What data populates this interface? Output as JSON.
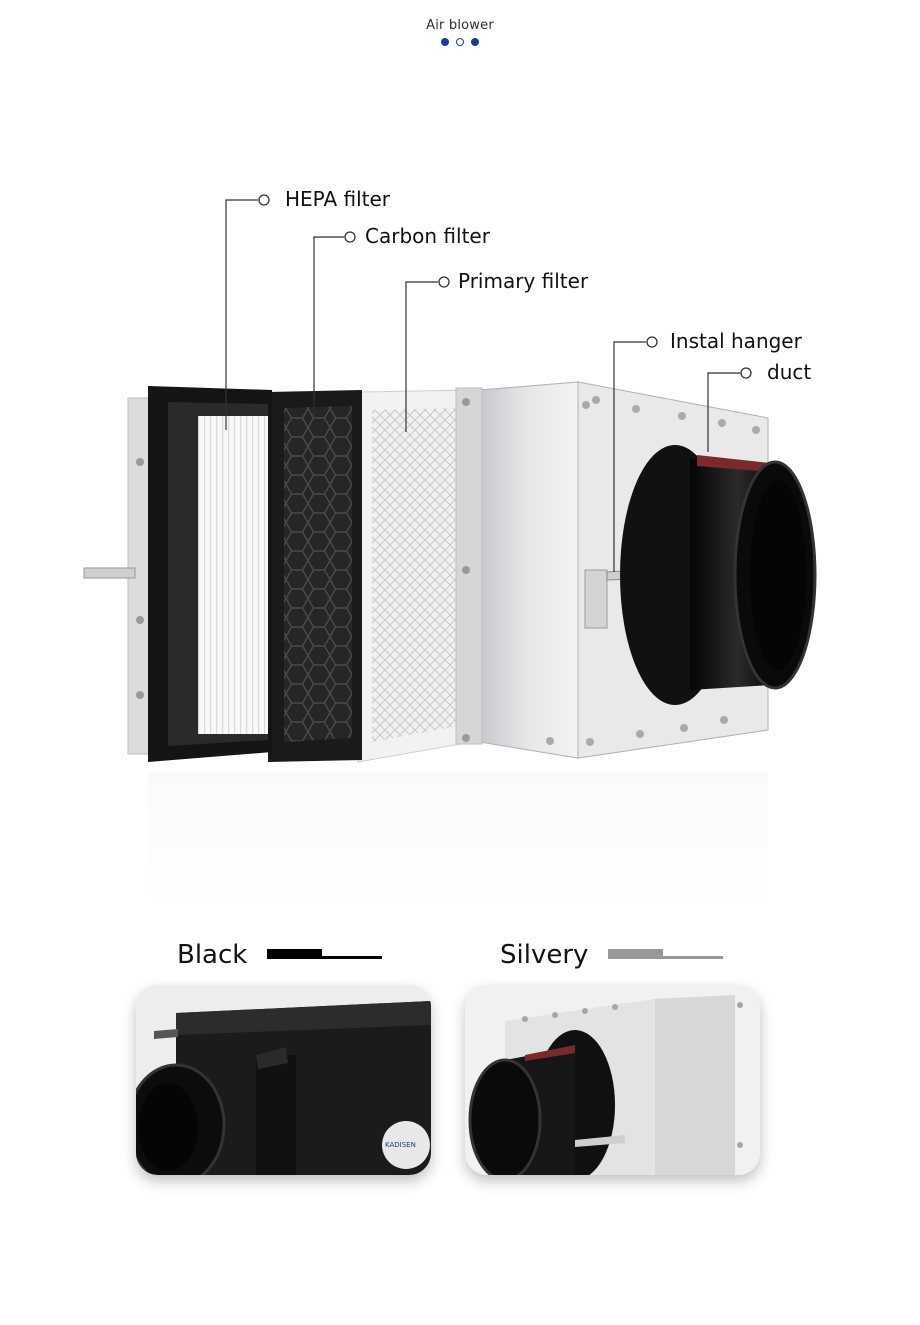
{
  "header": {
    "title": "Air blower",
    "pager": {
      "count": 3,
      "active_index": 1
    }
  },
  "callouts": [
    {
      "id": "hepa",
      "label": "HEPA filter"
    },
    {
      "id": "carbon",
      "label": "Carbon filter"
    },
    {
      "id": "primary",
      "label": "Primary filter"
    },
    {
      "id": "hanger",
      "label": "Instal hanger"
    },
    {
      "id": "duct",
      "label": "duct"
    }
  ],
  "variants": [
    {
      "label": "Black",
      "color": "#000000",
      "brand_text": "KADISEN"
    },
    {
      "label": "Silvery",
      "color": "#999999"
    }
  ],
  "colors": {
    "accent": "#1f3a8a",
    "callout_line": "#333333"
  }
}
